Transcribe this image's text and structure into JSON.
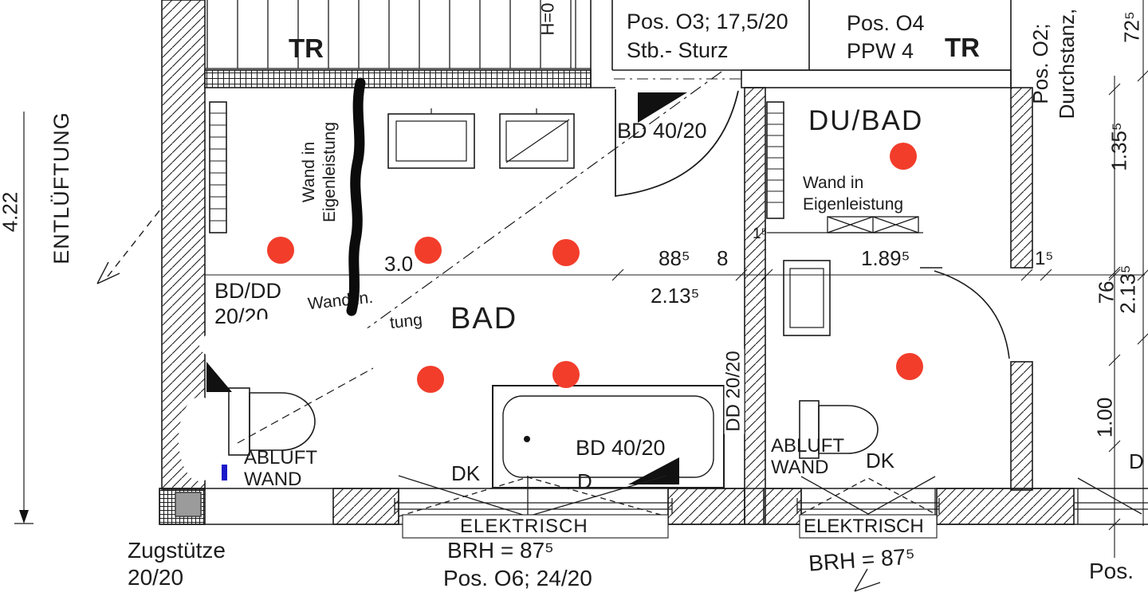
{
  "colors": {
    "ink": "#1c1c1c",
    "red_dot": "#f23d2b",
    "blue_mark": "#1b18c9",
    "gray_block": "#9b9b9b",
    "paper": "#ffffff"
  },
  "left": {
    "entlueftung": "ENTLÜFTUNG",
    "dim_422": "4.22"
  },
  "stair": {
    "tr": "TR",
    "h_label": "H=0"
  },
  "header": {
    "pos_o3": "Pos. O3; 17,5/20",
    "stb_sturz": "Stb.- Sturz",
    "pos_o4": "Pos. O4",
    "ppw4": "PPW 4",
    "tr": "TR"
  },
  "right": {
    "pos_o2": "Pos. O2;",
    "durchstanz": "Durchstanz,",
    "dim_72_5": "72⁵",
    "dim_135_5": "1.35⁵",
    "dim_213_5": "2.13⁵",
    "dim_76": "76",
    "dim_100": "1.00",
    "d_partial": "D"
  },
  "bad": {
    "title": "BAD",
    "bd_dd": "BD/DD",
    "bd_dd_size": "20/20",
    "wand_rot_1": "Wand in",
    "wand_rot_2": "Eigenleistung",
    "wand_h_1": "Wand in.",
    "wand_h_2": "tung",
    "bd_top": "BD 40/20",
    "bd_tub": "BD 40/20",
    "abluft": "ABLUFT",
    "wand": "WAND",
    "dk": "DK",
    "d": "D"
  },
  "dubad": {
    "title": "DU/BAD",
    "wand_1": "Wand in",
    "wand_2": "Eigenleistung",
    "abluft": "ABLUFT",
    "wand": "WAND",
    "dk": "DK",
    "dd_wall": "DD 20/20"
  },
  "dims": {
    "d30": "3.0",
    "d885": "88⁵",
    "d8": "8",
    "d2135": "2.13⁵",
    "d15a": "1⁵",
    "d1895": "1.89⁵",
    "d15b": "1⁵"
  },
  "bottom": {
    "zugstuetze": "Zugstütze",
    "zug_size": "20/20",
    "elektrisch_left": "ELEKTRISCH",
    "brh_left": "BRH = 87⁵",
    "pos_o6": "Pos. O6; 24/20",
    "elektrisch_right": "ELEKTRISCH",
    "brh_right": "BRH = 87⁵",
    "pos_right": "Pos."
  }
}
